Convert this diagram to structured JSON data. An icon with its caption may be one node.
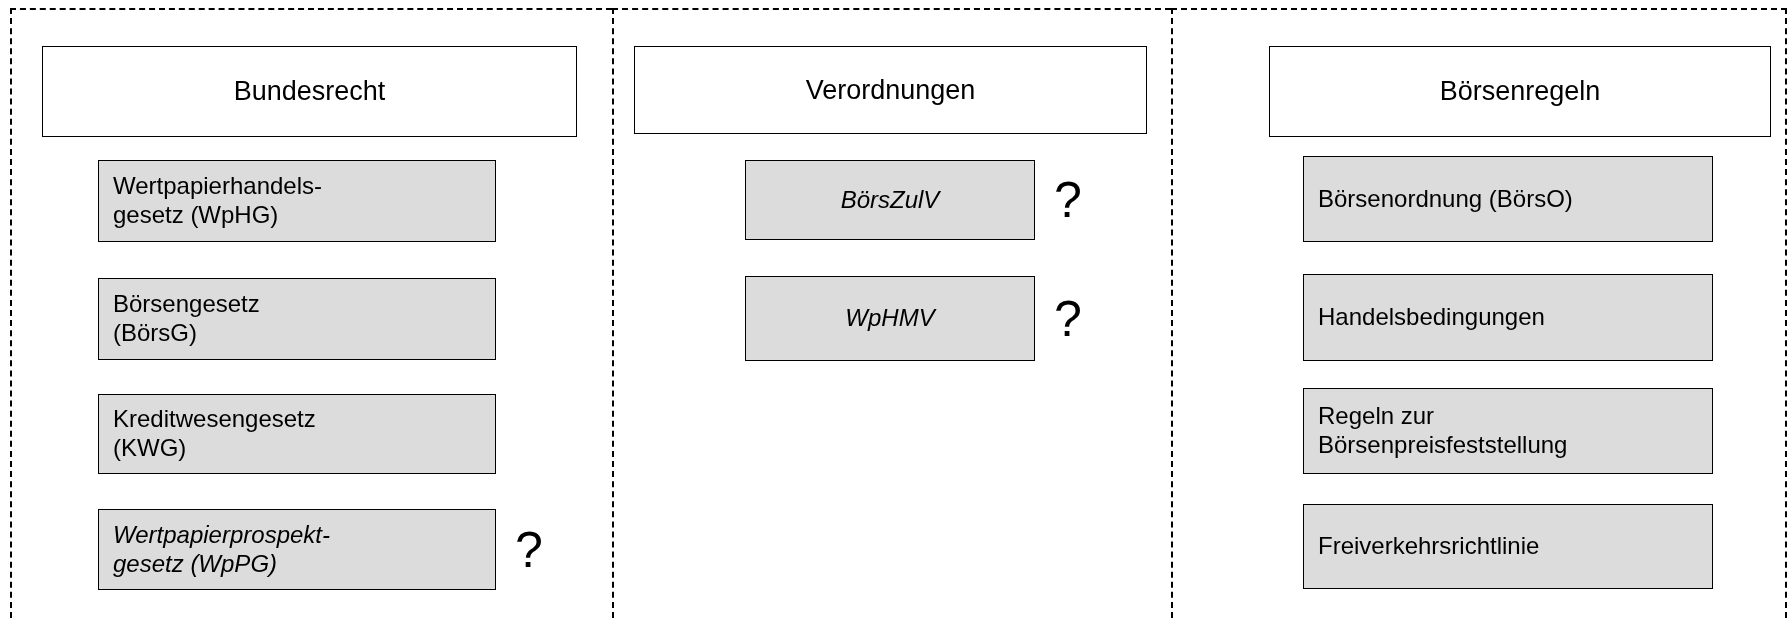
{
  "diagram": {
    "nodes": [
      {
        "text": [],
        "shape": "box"
      },
      {
        "text": [],
        "shape": "box"
      },
      {
        "text": [],
        "shape": "box"
      },
      {
        "text": [
          "Bundesrecht"
        ],
        "in": 0
      },
      {
        "text": [
          "Wertpapierhandels- gesetz (WpHG)"
        ],
        "in": 0
      },
      {
        "text": [
          "Börsengesetz (BörsG)"
        ],
        "in": 0
      },
      {
        "text": [
          "Kreditwesengesetz (KWG)"
        ],
        "in": 0
      },
      {
        "text": [
          "Wertpapierprospekt- gesetz (WpPG)"
        ],
        "in": 0,
        "beside": [
          "?"
        ]
      },
      {
        "text": [
          "Verordnungen"
        ],
        "in": 1
      },
      {
        "text": [
          "BörsZulV"
        ],
        "in": 1,
        "beside": [
          "?"
        ]
      },
      {
        "text": [
          "WpHMV"
        ],
        "in": 1,
        "beside": [
          "?"
        ]
      },
      {
        "text": [
          "Börsenregeln"
        ],
        "in": 2
      },
      {
        "text": [
          "Börsenordnung (BörsO)"
        ],
        "in": 2
      },
      {
        "text": [
          "Handelsbedingungen"
        ],
        "in": 2
      },
      {
        "text": [
          "Regeln zur Börsenpreisfeststellung"
        ],
        "in": 2
      },
      {
        "text": [
          "Freiverkehrsrichtlinie"
        ],
        "in": 2
      }
    ]
  }
}
